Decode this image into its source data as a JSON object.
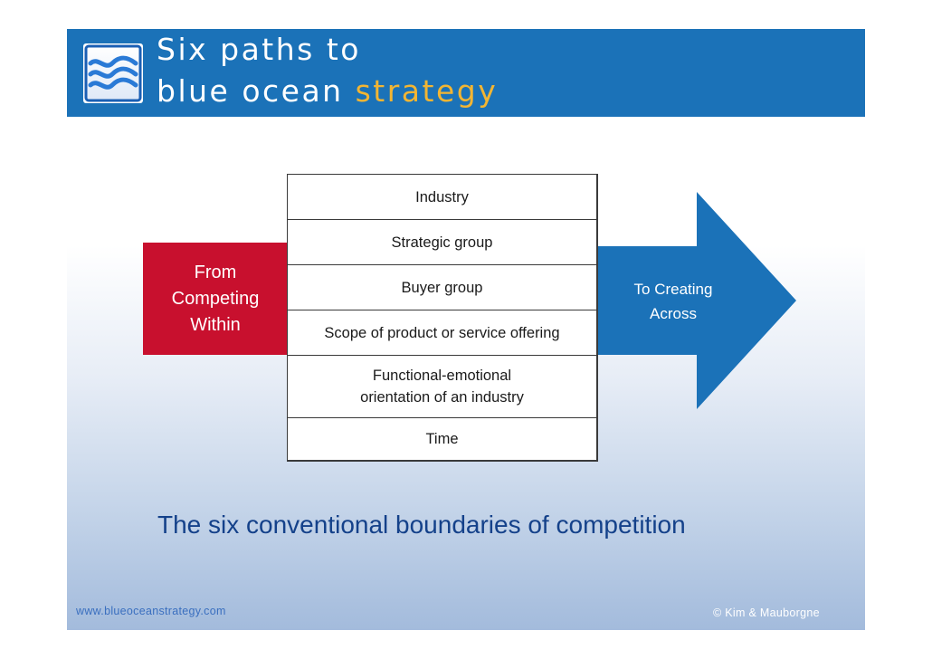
{
  "header": {
    "title_line1": "Six paths to",
    "title_line2_main": "blue ocean ",
    "title_line2_accent": "strategy"
  },
  "diagram": {
    "from_label": "From\nCompeting\nWithin",
    "to_label": "To Creating\nAcross",
    "boundaries": [
      "Industry",
      "Strategic group",
      "Buyer group",
      "Scope of product or service offering",
      "Functional-emotional\norientation of an industry",
      "Time"
    ]
  },
  "subtitle": "The six conventional boundaries of competition",
  "footer": {
    "website": "www.blueoceanstrategy.com",
    "copyright": "© Kim & Mauborgne"
  },
  "colors": {
    "header_blue": "#1b72b8",
    "accent_gold": "#f2b533",
    "from_red": "#c8102e",
    "arrow_blue": "#1b72b8",
    "subtitle_navy": "#14418a"
  },
  "icons": {
    "logo": "ocean-waves-icon"
  }
}
